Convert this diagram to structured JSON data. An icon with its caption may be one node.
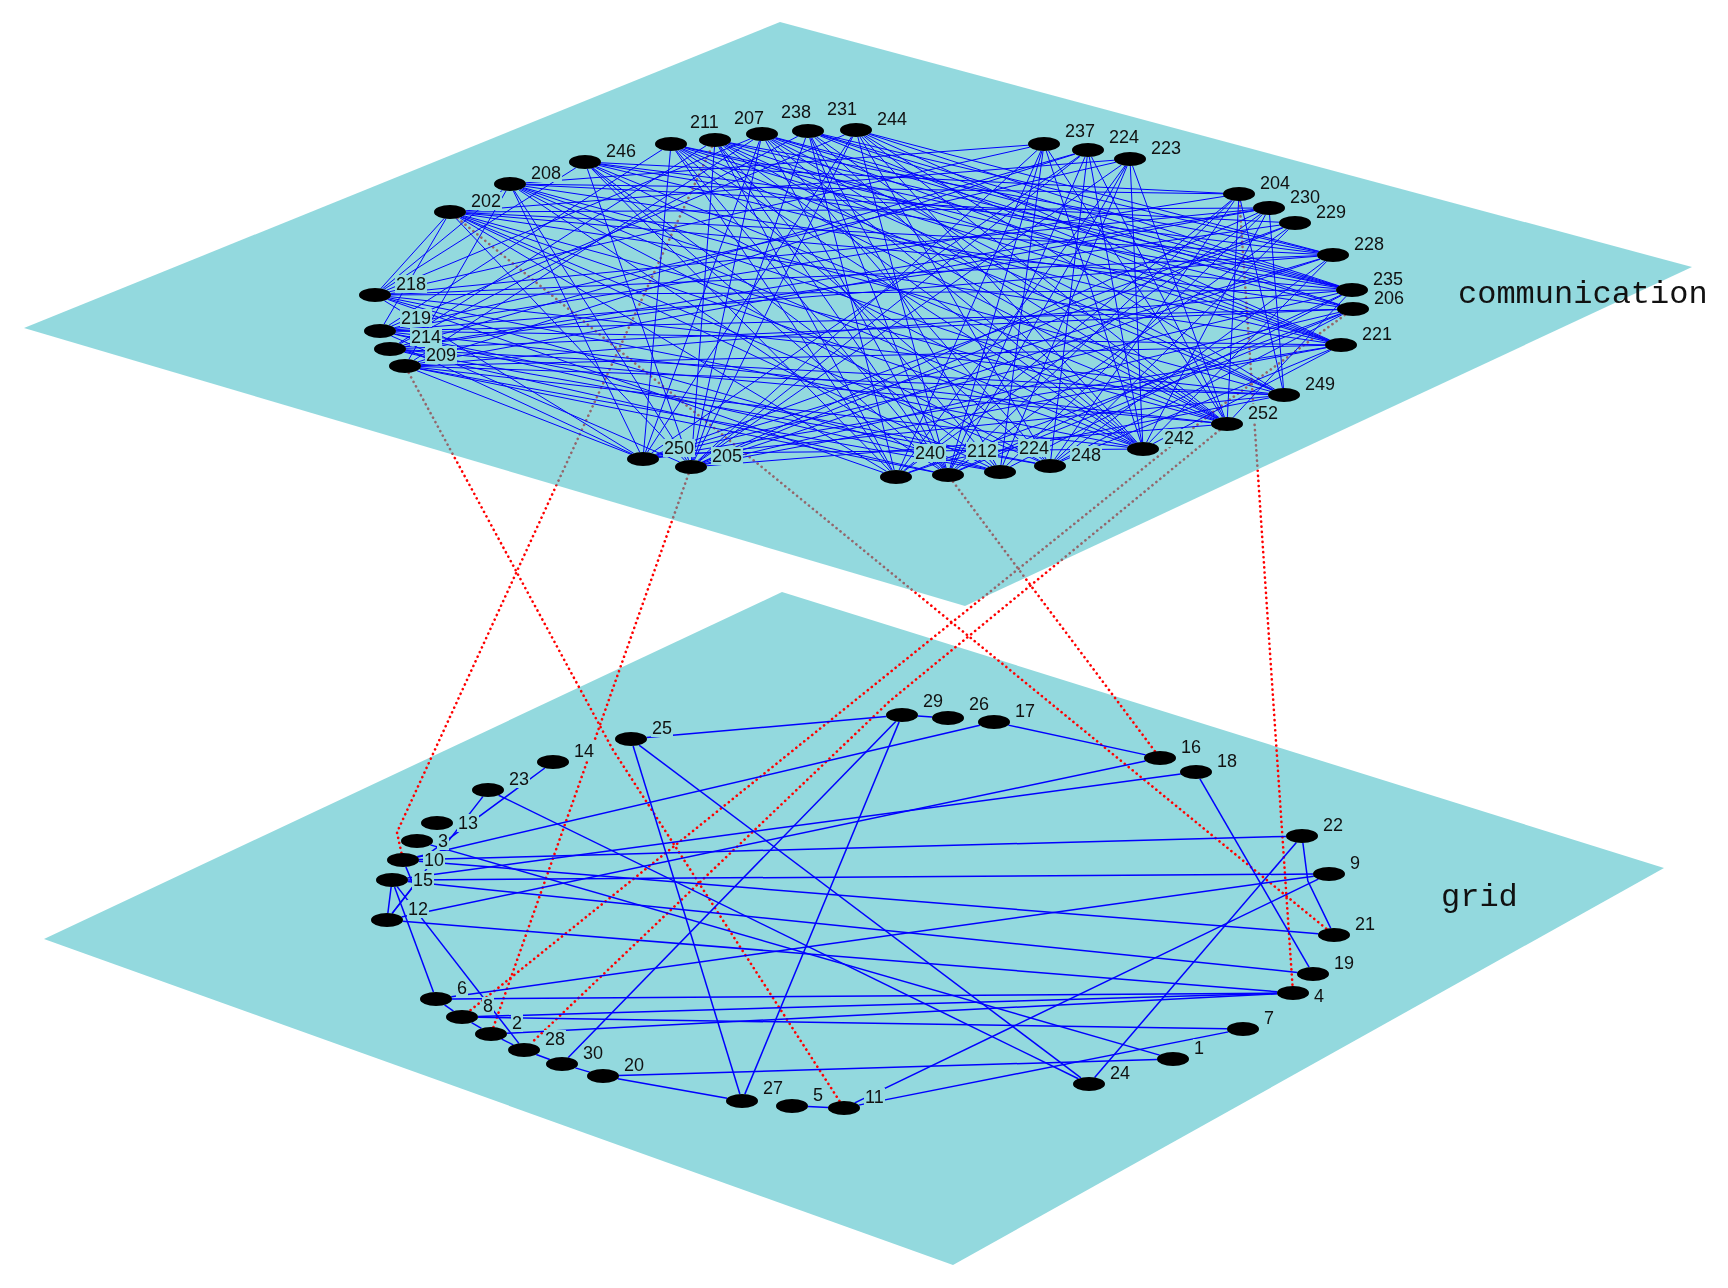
{
  "diagram": {
    "nodes": [
      {
        "text": [
          "communication"
        ]
      },
      {
        "text": [],
        "shape": "ellipse",
        "beside": [
          "202"
        ],
        "in": 0
      },
      {
        "text": [],
        "shape": "ellipse",
        "beside": [
          "208"
        ],
        "in": 0
      },
      {
        "text": [],
        "shape": "ellipse",
        "beside": [
          "246"
        ],
        "in": 0
      },
      {
        "text": [],
        "shape": "ellipse",
        "beside": [
          "211"
        ],
        "in": 0
      },
      {
        "text": [],
        "shape": "ellipse",
        "beside": [
          "207"
        ],
        "in": 0
      },
      {
        "text": [],
        "shape": "ellipse",
        "beside": [
          "238"
        ],
        "in": 0
      },
      {
        "text": [],
        "shape": "ellipse",
        "beside": [
          "231"
        ],
        "in": 0
      },
      {
        "text": [],
        "shape": "ellipse",
        "beside": [
          "244"
        ],
        "in": 0
      },
      {
        "text": [],
        "shape": "ellipse",
        "beside": [
          "237"
        ],
        "in": 0
      },
      {
        "text": [],
        "shape": "ellipse",
        "beside": [
          "224"
        ],
        "in": 0
      },
      {
        "text": [],
        "shape": "ellipse",
        "beside": [
          "223"
        ],
        "in": 0
      },
      {
        "text": [],
        "shape": "ellipse",
        "beside": [
          "204"
        ],
        "in": 0
      },
      {
        "text": [],
        "shape": "ellipse",
        "beside": [
          "230"
        ],
        "in": 0
      },
      {
        "text": [],
        "shape": "ellipse",
        "beside": [
          "229"
        ],
        "in": 0
      },
      {
        "text": [],
        "shape": "ellipse",
        "beside": [
          "228"
        ],
        "in": 0
      },
      {
        "text": [],
        "shape": "ellipse",
        "beside": [
          "235"
        ],
        "in": 0
      },
      {
        "text": [],
        "shape": "ellipse",
        "beside": [
          "206"
        ],
        "in": 0
      },
      {
        "text": [],
        "shape": "ellipse",
        "beside": [
          "221"
        ],
        "in": 0
      },
      {
        "text": [],
        "shape": "ellipse",
        "beside": [
          "249"
        ],
        "in": 0
      },
      {
        "text": [],
        "shape": "ellipse",
        "beside": [
          "252"
        ],
        "in": 0
      },
      {
        "text": [],
        "shape": "ellipse",
        "beside": [
          "242"
        ],
        "in": 0
      },
      {
        "text": [],
        "shape": "ellipse",
        "beside": [
          "248"
        ],
        "in": 0
      },
      {
        "text": [],
        "shape": "ellipse",
        "beside": [
          "224"
        ],
        "in": 0
      },
      {
        "text": [],
        "shape": "ellipse",
        "beside": [
          "212"
        ],
        "in": 0
      },
      {
        "text": [],
        "shape": "ellipse",
        "beside": [
          "240"
        ],
        "in": 0
      },
      {
        "text": [],
        "shape": "ellipse",
        "beside": [
          "205"
        ],
        "in": 0
      },
      {
        "text": [],
        "shape": "ellipse",
        "beside": [
          "250"
        ],
        "in": 0
      },
      {
        "text": [],
        "shape": "ellipse",
        "beside": [
          "209"
        ],
        "in": 0
      },
      {
        "text": [],
        "shape": "ellipse",
        "beside": [
          "214"
        ],
        "in": 0
      },
      {
        "text": [],
        "shape": "ellipse",
        "beside": [
          "219"
        ],
        "in": 0
      },
      {
        "text": [],
        "shape": "ellipse",
        "beside": [
          "218"
        ],
        "in": 0
      },
      {
        "text": [
          "grid"
        ]
      },
      {
        "text": [],
        "shape": "ellipse",
        "beside": [
          "23"
        ],
        "in": 32
      },
      {
        "text": [],
        "shape": "ellipse",
        "beside": [
          "14"
        ],
        "in": 32
      },
      {
        "text": [],
        "shape": "ellipse",
        "beside": [
          "25"
        ],
        "in": 32
      },
      {
        "text": [],
        "shape": "ellipse",
        "beside": [
          "29"
        ],
        "in": 32
      },
      {
        "text": [],
        "shape": "ellipse",
        "beside": [
          "26"
        ],
        "in": 32
      },
      {
        "text": [],
        "shape": "ellipse",
        "beside": [
          "17"
        ],
        "in": 32
      },
      {
        "text": [],
        "shape": "ellipse",
        "beside": [
          "16"
        ],
        "in": 32
      },
      {
        "text": [],
        "shape": "ellipse",
        "beside": [
          "18"
        ],
        "in": 32
      },
      {
        "text": [],
        "shape": "ellipse",
        "beside": [
          "22"
        ],
        "in": 32
      },
      {
        "text": [],
        "shape": "ellipse",
        "beside": [
          "9"
        ],
        "in": 32
      },
      {
        "text": [],
        "shape": "ellipse",
        "beside": [
          "21"
        ],
        "in": 32
      },
      {
        "text": [],
        "shape": "ellipse",
        "beside": [
          "19"
        ],
        "in": 32
      },
      {
        "text": [],
        "shape": "ellipse",
        "beside": [
          "4"
        ],
        "in": 32
      },
      {
        "text": [],
        "shape": "ellipse",
        "beside": [
          "7"
        ],
        "in": 32
      },
      {
        "text": [],
        "shape": "ellipse",
        "beside": [
          "1"
        ],
        "in": 32
      },
      {
        "text": [],
        "shape": "ellipse",
        "beside": [
          "24"
        ],
        "in": 32
      },
      {
        "text": [],
        "shape": "ellipse",
        "beside": [
          "11"
        ],
        "in": 32
      },
      {
        "text": [],
        "shape": "ellipse",
        "beside": [
          "5"
        ],
        "in": 32
      },
      {
        "text": [],
        "shape": "ellipse",
        "beside": [
          "27"
        ],
        "in": 32
      },
      {
        "text": [],
        "shape": "ellipse",
        "beside": [
          "20"
        ],
        "in": 32
      },
      {
        "text": [],
        "shape": "ellipse",
        "beside": [
          "30"
        ],
        "in": 32
      },
      {
        "text": [],
        "shape": "ellipse",
        "beside": [
          "28"
        ],
        "in": 32
      },
      {
        "text": [],
        "shape": "ellipse",
        "beside": [
          "2"
        ],
        "in": 32
      },
      {
        "text": [],
        "shape": "ellipse",
        "beside": [
          "8"
        ],
        "in": 32
      },
      {
        "text": [],
        "shape": "ellipse",
        "beside": [
          "6"
        ],
        "in": 32
      },
      {
        "text": [],
        "shape": "ellipse",
        "beside": [
          "12"
        ],
        "in": 32
      },
      {
        "text": [],
        "shape": "ellipse",
        "beside": [
          "15"
        ],
        "in": 32
      },
      {
        "text": [],
        "shape": "ellipse",
        "beside": [
          "10"
        ],
        "in": 32
      },
      {
        "text": [],
        "shape": "ellipse",
        "beside": [
          "3"
        ],
        "in": 32
      },
      {
        "text": [],
        "shape": "ellipse",
        "beside": [
          "13"
        ],
        "in": 32
      }
    ],
    "edges": [
      {
        "from": 1,
        "to": 21,
        "arrow": "none"
      },
      {
        "from": 1,
        "to": 23,
        "arrow": "none"
      },
      {
        "from": 1,
        "to": 26,
        "arrow": "none"
      },
      {
        "from": 1,
        "to": 20,
        "arrow": "none"
      },
      {
        "from": 1,
        "to": 15,
        "arrow": "none"
      },
      {
        "from": 1,
        "to": 18,
        "arrow": "none"
      },
      {
        "from": 1,
        "to": 31,
        "arrow": "none"
      },
      {
        "from": 1,
        "to": 30,
        "arrow": "none"
      },
      {
        "from": 1,
        "to": 11,
        "arrow": "none"
      },
      {
        "from": 2,
        "to": 22,
        "arrow": "none"
      },
      {
        "from": 2,
        "to": 24,
        "arrow": "none"
      },
      {
        "from": 2,
        "to": 27,
        "arrow": "none"
      },
      {
        "from": 2,
        "to": 20,
        "arrow": "none"
      },
      {
        "from": 2,
        "to": 14,
        "arrow": "none"
      },
      {
        "from": 2,
        "to": 17,
        "arrow": "none"
      },
      {
        "from": 2,
        "to": 31,
        "arrow": "none"
      },
      {
        "from": 2,
        "to": 9,
        "arrow": "none"
      },
      {
        "from": 3,
        "to": 21,
        "arrow": "none"
      },
      {
        "from": 3,
        "to": 25,
        "arrow": "none"
      },
      {
        "from": 3,
        "to": 26,
        "arrow": "none"
      },
      {
        "from": 3,
        "to": 23,
        "arrow": "none"
      },
      {
        "from": 3,
        "to": 12,
        "arrow": "none"
      },
      {
        "from": 3,
        "to": 16,
        "arrow": "none"
      },
      {
        "from": 4,
        "to": 20,
        "arrow": "none"
      },
      {
        "from": 4,
        "to": 22,
        "arrow": "none"
      },
      {
        "from": 4,
        "to": 24,
        "arrow": "none"
      },
      {
        "from": 4,
        "to": 27,
        "arrow": "none"
      },
      {
        "from": 4,
        "to": 18,
        "arrow": "none"
      },
      {
        "from": 4,
        "to": 19,
        "arrow": "none"
      },
      {
        "from": 5,
        "to": 21,
        "arrow": "none"
      },
      {
        "from": 5,
        "to": 23,
        "arrow": "none"
      },
      {
        "from": 5,
        "to": 25,
        "arrow": "none"
      },
      {
        "from": 5,
        "to": 26,
        "arrow": "none"
      },
      {
        "from": 5,
        "to": 16,
        "arrow": "none"
      },
      {
        "from": 5,
        "to": 19,
        "arrow": "none"
      },
      {
        "from": 6,
        "to": 20,
        "arrow": "none"
      },
      {
        "from": 6,
        "to": 22,
        "arrow": "none"
      },
      {
        "from": 6,
        "to": 24,
        "arrow": "none"
      },
      {
        "from": 6,
        "to": 27,
        "arrow": "none"
      },
      {
        "from": 6,
        "to": 17,
        "arrow": "none"
      },
      {
        "from": 6,
        "to": 19,
        "arrow": "none"
      },
      {
        "from": 7,
        "to": 21,
        "arrow": "none"
      },
      {
        "from": 7,
        "to": 23,
        "arrow": "none"
      },
      {
        "from": 7,
        "to": 25,
        "arrow": "none"
      },
      {
        "from": 7,
        "to": 26,
        "arrow": "none"
      },
      {
        "from": 7,
        "to": 16,
        "arrow": "none"
      },
      {
        "from": 7,
        "to": 18,
        "arrow": "none"
      },
      {
        "from": 8,
        "to": 20,
        "arrow": "none"
      },
      {
        "from": 8,
        "to": 22,
        "arrow": "none"
      },
      {
        "from": 8,
        "to": 24,
        "arrow": "none"
      },
      {
        "from": 8,
        "to": 27,
        "arrow": "none"
      },
      {
        "from": 8,
        "to": 15,
        "arrow": "none"
      },
      {
        "from": 8,
        "to": 18,
        "arrow": "none"
      },
      {
        "from": 9,
        "to": 21,
        "arrow": "none"
      },
      {
        "from": 9,
        "to": 23,
        "arrow": "none"
      },
      {
        "from": 9,
        "to": 25,
        "arrow": "none"
      },
      {
        "from": 9,
        "to": 26,
        "arrow": "none"
      },
      {
        "from": 10,
        "to": 22,
        "arrow": "none"
      },
      {
        "from": 10,
        "to": 24,
        "arrow": "none"
      },
      {
        "from": 10,
        "to": 27,
        "arrow": "none"
      },
      {
        "from": 10,
        "to": 20,
        "arrow": "none"
      },
      {
        "from": 11,
        "to": 23,
        "arrow": "none"
      },
      {
        "from": 11,
        "to": 25,
        "arrow": "none"
      },
      {
        "from": 11,
        "to": 26,
        "arrow": "none"
      },
      {
        "from": 11,
        "to": 21,
        "arrow": "none"
      },
      {
        "from": 12,
        "to": 22,
        "arrow": "none"
      },
      {
        "from": 12,
        "to": 25,
        "arrow": "none"
      },
      {
        "from": 12,
        "to": 19,
        "arrow": "none"
      },
      {
        "from": 13,
        "to": 23,
        "arrow": "none"
      },
      {
        "from": 13,
        "to": 26,
        "arrow": "none"
      },
      {
        "from": 13,
        "to": 19,
        "arrow": "none"
      },
      {
        "from": 14,
        "to": 24,
        "arrow": "none"
      },
      {
        "from": 14,
        "to": 27,
        "arrow": "none"
      },
      {
        "from": 15,
        "to": 22,
        "arrow": "none"
      },
      {
        "from": 15,
        "to": 26,
        "arrow": "none"
      },
      {
        "from": 16,
        "to": 23,
        "arrow": "none"
      },
      {
        "from": 16,
        "to": 27,
        "arrow": "none"
      },
      {
        "from": 17,
        "to": 24,
        "arrow": "none"
      },
      {
        "from": 17,
        "to": 25,
        "arrow": "none"
      },
      {
        "from": 18,
        "to": 22,
        "arrow": "none"
      },
      {
        "from": 18,
        "to": 26,
        "arrow": "none"
      },
      {
        "from": 26,
        "to": 20,
        "arrow": "none"
      },
      {
        "from": 27,
        "to": 21,
        "arrow": "none"
      },
      {
        "from": 31,
        "to": 13,
        "arrow": "none"
      },
      {
        "from": 31,
        "to": 16,
        "arrow": "none"
      },
      {
        "from": 31,
        "to": 19,
        "arrow": "none"
      },
      {
        "from": 31,
        "to": 3,
        "arrow": "none"
      },
      {
        "from": 31,
        "to": 6,
        "arrow": "none"
      },
      {
        "from": 31,
        "to": 9,
        "arrow": "none"
      },
      {
        "from": 31,
        "to": 21,
        "arrow": "none"
      },
      {
        "from": 31,
        "to": 25,
        "arrow": "none"
      },
      {
        "from": 31,
        "to": 27,
        "arrow": "none"
      },
      {
        "from": 30,
        "to": 12,
        "arrow": "none"
      },
      {
        "from": 30,
        "to": 15,
        "arrow": "none"
      },
      {
        "from": 30,
        "to": 18,
        "arrow": "none"
      },
      {
        "from": 30,
        "to": 4,
        "arrow": "none"
      },
      {
        "from": 30,
        "to": 8,
        "arrow": "none"
      },
      {
        "from": 30,
        "to": 11,
        "arrow": "none"
      },
      {
        "from": 30,
        "to": 20,
        "arrow": "none"
      },
      {
        "from": 30,
        "to": 23,
        "arrow": "none"
      },
      {
        "from": 30,
        "to": 26,
        "arrow": "none"
      },
      {
        "from": 29,
        "to": 14,
        "arrow": "none"
      },
      {
        "from": 29,
        "to": 17,
        "arrow": "none"
      },
      {
        "from": 29,
        "to": 19,
        "arrow": "none"
      },
      {
        "from": 29,
        "to": 5,
        "arrow": "none"
      },
      {
        "from": 29,
        "to": 7,
        "arrow": "none"
      },
      {
        "from": 29,
        "to": 10,
        "arrow": "none"
      },
      {
        "from": 29,
        "to": 22,
        "arrow": "none"
      },
      {
        "from": 29,
        "to": 24,
        "arrow": "none"
      },
      {
        "from": 29,
        "to": 27,
        "arrow": "none"
      },
      {
        "from": 28,
        "to": 13,
        "arrow": "none"
      },
      {
        "from": 28,
        "to": 16,
        "arrow": "none"
      },
      {
        "from": 28,
        "to": 18,
        "arrow": "none"
      },
      {
        "from": 28,
        "to": 2,
        "arrow": "none"
      },
      {
        "from": 28,
        "to": 6,
        "arrow": "none"
      },
      {
        "from": 28,
        "to": 10,
        "arrow": "none"
      },
      {
        "from": 28,
        "to": 21,
        "arrow": "none"
      },
      {
        "from": 28,
        "to": 24,
        "arrow": "none"
      },
      {
        "from": 28,
        "to": 27,
        "arrow": "none"
      },
      {
        "from": 1,
        "to": 22,
        "arrow": "none"
      },
      {
        "from": 1,
        "to": 25,
        "arrow": "none"
      },
      {
        "from": 1,
        "to": 13,
        "arrow": "none"
      },
      {
        "from": 1,
        "to": 16,
        "arrow": "none"
      },
      {
        "from": 2,
        "to": 21,
        "arrow": "none"
      },
      {
        "from": 2,
        "to": 26,
        "arrow": "none"
      },
      {
        "from": 2,
        "to": 12,
        "arrow": "none"
      },
      {
        "from": 2,
        "to": 19,
        "arrow": "none"
      },
      {
        "from": 3,
        "to": 20,
        "arrow": "none"
      },
      {
        "from": 3,
        "to": 24,
        "arrow": "none"
      },
      {
        "from": 3,
        "to": 15,
        "arrow": "none"
      },
      {
        "from": 3,
        "to": 18,
        "arrow": "none"
      },
      {
        "from": 4,
        "to": 21,
        "arrow": "none"
      },
      {
        "from": 4,
        "to": 25,
        "arrow": "none"
      },
      {
        "from": 4,
        "to": 16,
        "arrow": "none"
      },
      {
        "from": 4,
        "to": 17,
        "arrow": "none"
      },
      {
        "from": 5,
        "to": 20,
        "arrow": "none"
      },
      {
        "from": 5,
        "to": 24,
        "arrow": "none"
      },
      {
        "from": 5,
        "to": 15,
        "arrow": "none"
      },
      {
        "from": 5,
        "to": 18,
        "arrow": "none"
      },
      {
        "from": 6,
        "to": 21,
        "arrow": "none"
      },
      {
        "from": 6,
        "to": 26,
        "arrow": "none"
      },
      {
        "from": 6,
        "to": 16,
        "arrow": "none"
      },
      {
        "from": 6,
        "to": 18,
        "arrow": "none"
      },
      {
        "from": 7,
        "to": 20,
        "arrow": "none"
      },
      {
        "from": 7,
        "to": 24,
        "arrow": "none"
      },
      {
        "from": 7,
        "to": 15,
        "arrow": "none"
      },
      {
        "from": 7,
        "to": 17,
        "arrow": "none"
      },
      {
        "from": 8,
        "to": 21,
        "arrow": "none"
      },
      {
        "from": 8,
        "to": 26,
        "arrow": "none"
      },
      {
        "from": 8,
        "to": 16,
        "arrow": "none"
      },
      {
        "from": 8,
        "to": 19,
        "arrow": "none"
      },
      {
        "from": 9,
        "to": 20,
        "arrow": "none"
      },
      {
        "from": 9,
        "to": 24,
        "arrow": "none"
      },
      {
        "from": 10,
        "to": 21,
        "arrow": "none"
      },
      {
        "from": 10,
        "to": 26,
        "arrow": "none"
      },
      {
        "from": 11,
        "to": 20,
        "arrow": "none"
      },
      {
        "from": 11,
        "to": 24,
        "arrow": "none"
      },
      {
        "from": 12,
        "to": 20,
        "arrow": "none"
      },
      {
        "from": 12,
        "to": 24,
        "arrow": "none"
      },
      {
        "from": 13,
        "to": 21,
        "arrow": "none"
      },
      {
        "from": 13,
        "to": 25,
        "arrow": "none"
      },
      {
        "from": 14,
        "to": 22,
        "arrow": "none"
      },
      {
        "from": 14,
        "to": 26,
        "arrow": "none"
      },
      {
        "from": 15,
        "to": 21,
        "arrow": "none"
      },
      {
        "from": 15,
        "to": 27,
        "arrow": "none"
      },
      {
        "from": 16,
        "to": 20,
        "arrow": "none"
      },
      {
        "from": 16,
        "to": 24,
        "arrow": "none"
      },
      {
        "from": 17,
        "to": 22,
        "arrow": "none"
      },
      {
        "from": 17,
        "to": 26,
        "arrow": "none"
      },
      {
        "from": 18,
        "to": 21,
        "arrow": "none"
      },
      {
        "from": 18,
        "to": 27,
        "arrow": "none"
      },
      {
        "from": 19,
        "to": 25,
        "arrow": "none"
      },
      {
        "from": 19,
        "to": 27,
        "arrow": "none"
      },
      {
        "from": 31,
        "to": 23,
        "arrow": "none"
      },
      {
        "from": 31,
        "to": 15,
        "arrow": "none"
      },
      {
        "from": 30,
        "to": 22,
        "arrow": "none"
      },
      {
        "from": 30,
        "to": 17,
        "arrow": "none"
      },
      {
        "from": 29,
        "to": 20,
        "arrow": "none"
      },
      {
        "from": 29,
        "to": 13,
        "arrow": "none"
      },
      {
        "from": 28,
        "to": 23,
        "arrow": "none"
      },
      {
        "from": 28,
        "to": 19,
        "arrow": "none"
      },
      {
        "from": 35,
        "to": 36,
        "arrow": "none"
      },
      {
        "from": 36,
        "to": 37,
        "arrow": "none"
      },
      {
        "from": 38,
        "to": 39,
        "arrow": "none"
      },
      {
        "from": 38,
        "to": 60,
        "arrow": "none"
      },
      {
        "from": 35,
        "to": 51,
        "arrow": "none"
      },
      {
        "from": 35,
        "to": 48,
        "arrow": "none"
      },
      {
        "from": 36,
        "to": 51,
        "arrow": "none"
      },
      {
        "from": 36,
        "to": 53,
        "arrow": "none"
      },
      {
        "from": 39,
        "to": 58,
        "arrow": "none"
      },
      {
        "from": 40,
        "to": 59,
        "arrow": "none"
      },
      {
        "from": 40,
        "to": 44,
        "arrow": "none"
      },
      {
        "from": 41,
        "to": 60,
        "arrow": "none"
      },
      {
        "from": 41,
        "to": 43,
        "arrow": "none"
      },
      {
        "from": 41,
        "to": 48,
        "arrow": "none"
      },
      {
        "from": 42,
        "to": 59,
        "arrow": "none"
      },
      {
        "from": 42,
        "to": 49,
        "arrow": "none"
      },
      {
        "from": 42,
        "to": 57,
        "arrow": "none"
      },
      {
        "from": 43,
        "to": 60,
        "arrow": "none"
      },
      {
        "from": 57,
        "to": 45,
        "arrow": "none"
      },
      {
        "from": 58,
        "to": 45,
        "arrow": "none"
      },
      {
        "from": 56,
        "to": 45,
        "arrow": "none"
      },
      {
        "from": 55,
        "to": 45,
        "arrow": "none"
      },
      {
        "from": 33,
        "to": 48,
        "arrow": "none"
      },
      {
        "from": 34,
        "to": 60,
        "arrow": "none"
      },
      {
        "from": 33,
        "to": 58,
        "arrow": "none"
      },
      {
        "from": 58,
        "to": 59,
        "arrow": "none"
      },
      {
        "from": 58,
        "to": 60,
        "arrow": "none"
      },
      {
        "from": 59,
        "to": 57,
        "arrow": "none"
      },
      {
        "from": 59,
        "to": 54,
        "arrow": "none"
      },
      {
        "from": 57,
        "to": 56,
        "arrow": "none"
      },
      {
        "from": 56,
        "to": 55,
        "arrow": "none"
      },
      {
        "from": 55,
        "to": 54,
        "arrow": "none"
      },
      {
        "from": 54,
        "to": 53,
        "arrow": "none"
      },
      {
        "from": 53,
        "to": 52,
        "arrow": "none"
      },
      {
        "from": 52,
        "to": 51,
        "arrow": "none"
      },
      {
        "from": 50,
        "to": 49,
        "arrow": "none"
      },
      {
        "from": 49,
        "to": 46,
        "arrow": "none"
      },
      {
        "from": 52,
        "to": 47,
        "arrow": "none"
      },
      {
        "from": 61,
        "to": 47,
        "arrow": "none"
      },
      {
        "from": 59,
        "to": 44,
        "arrow": "none"
      },
      {
        "from": 56,
        "to": 46,
        "arrow": "none"
      },
      {
        "from": 28,
        "to": 49,
        "arrow": "none",
        "style": "dashed",
        "color": "#ff0000"
      },
      {
        "from": 5,
        "to": 60,
        "arrow": "none",
        "style": "dashed",
        "color": "#ff0000"
      },
      {
        "from": 26,
        "to": 55,
        "arrow": "none",
        "style": "dashed",
        "color": "#ff0000"
      },
      {
        "from": 1,
        "to": 43,
        "arrow": "none",
        "style": "dashed",
        "color": "#ff0000"
      },
      {
        "from": 24,
        "to": 39,
        "arrow": "none",
        "style": "dashed",
        "color": "#ff0000"
      },
      {
        "from": 12,
        "to": 45,
        "arrow": "none",
        "style": "dashed",
        "color": "#ff0000"
      },
      {
        "from": 17,
        "to": 56,
        "arrow": "none",
        "style": "dashed",
        "color": "#ff0000"
      },
      {
        "from": 20,
        "to": 54,
        "arrow": "none",
        "style": "dashed",
        "color": "#ff0000"
      }
    ]
  }
}
